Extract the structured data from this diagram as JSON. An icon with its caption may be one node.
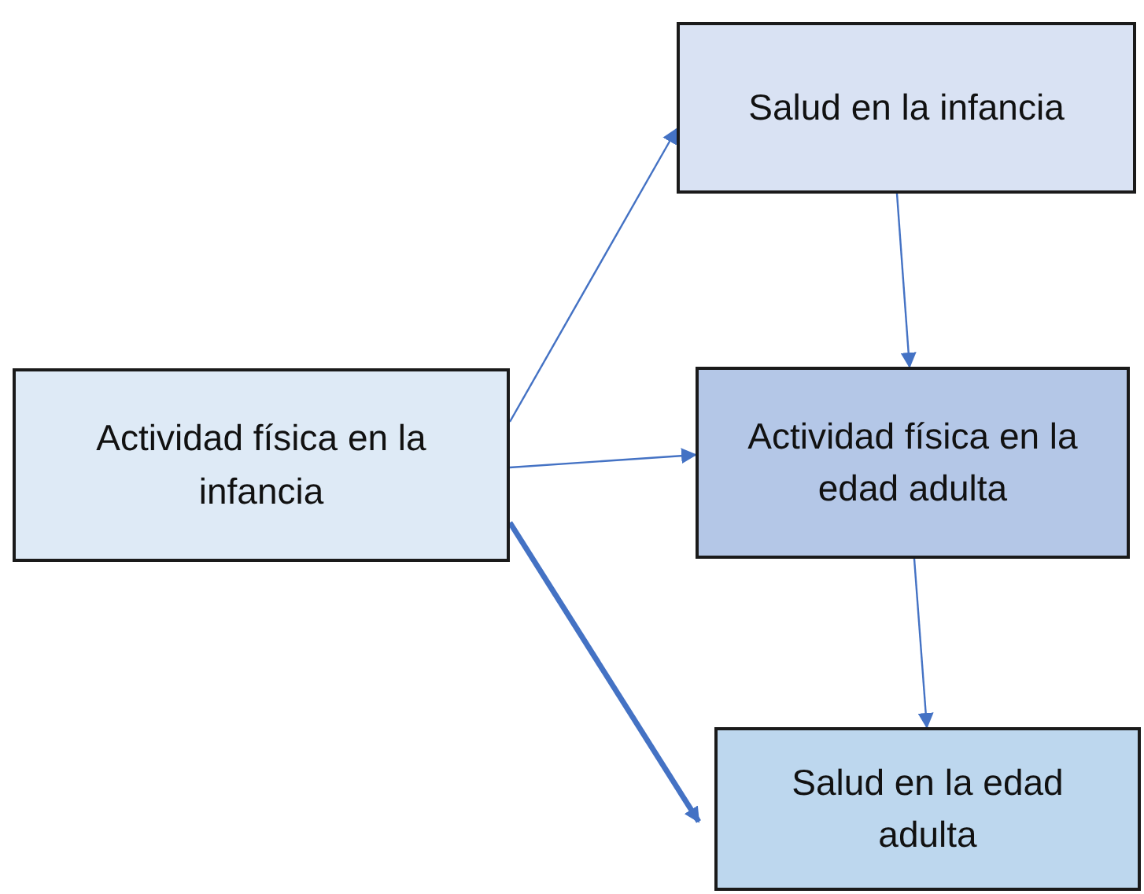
{
  "diagram": {
    "nodes": [
      {
        "text": [
          "Actividad física en la infancia"
        ]
      },
      {
        "text": [
          "Salud en la infancia"
        ]
      },
      {
        "text": [
          "Actividad física en la edad adulta"
        ]
      },
      {
        "text": [
          "Salud en la edad adulta"
        ]
      }
    ],
    "edges": [
      {
        "from": 0,
        "to": 1,
        "arrow": "to"
      },
      {
        "from": 0,
        "to": 2,
        "arrow": "to"
      },
      {
        "from": 0,
        "to": 3,
        "arrow": "to",
        "style": "thick"
      },
      {
        "from": 1,
        "to": 2,
        "arrow": "to"
      },
      {
        "from": 2,
        "to": 3,
        "arrow": "to"
      }
    ]
  }
}
